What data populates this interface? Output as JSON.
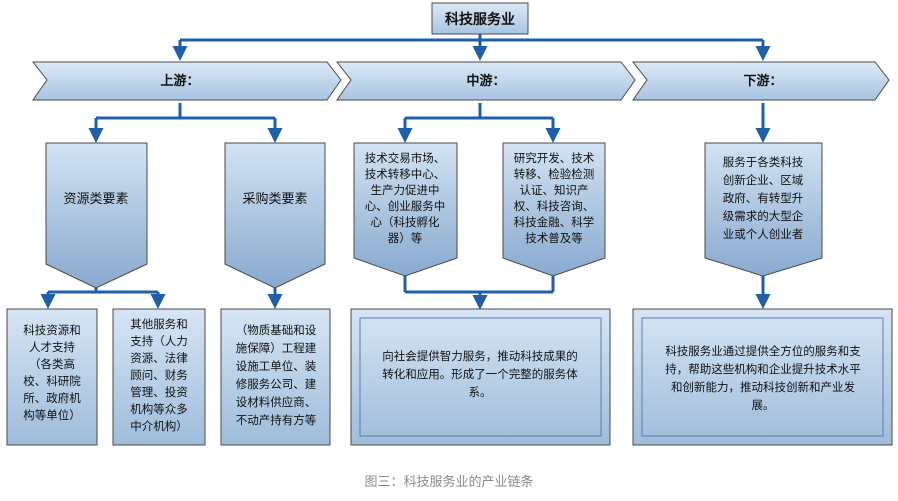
{
  "root": {
    "label": "科技服务业"
  },
  "banners": {
    "upstream": "上游：",
    "midstream": "中游：",
    "downstream": "下游："
  },
  "upstream": {
    "resource": {
      "label": "资源类要素",
      "children": [
        {
          "lines": [
            "科技资源和",
            "人才支持",
            "（各类高",
            "校、科研院",
            "所、政府机",
            "构等单位）"
          ]
        },
        {
          "lines": [
            "其他服务和",
            "支持（人力",
            "资源、法律",
            "顾问、财务",
            "管理、投资",
            "机构等众多",
            "中介机构）"
          ]
        }
      ]
    },
    "procurement": {
      "label": "采购类要素",
      "child": {
        "lines": [
          "（物质基础和设",
          "施保障）工程建",
          "设施工单位、装",
          "修服务公司、建",
          "设材料供应商、",
          "不动产持有方等"
        ]
      }
    }
  },
  "midstream": {
    "left": {
      "lines": [
        "技术交易市场、",
        "技术转移中心、",
        "生产力促进中",
        "心、创业服务中",
        "心（科技孵化",
        "器）等"
      ]
    },
    "right": {
      "lines": [
        "研究开发、技术",
        "转移、检验检测",
        "认证、知识产",
        "权、科技咨询、",
        "科技金融、科学",
        "技术普及等"
      ]
    },
    "summary": {
      "lines": [
        "向社会提供智力服务，推动科技成果的",
        "转化和应用。形成了一个完整的服务体",
        "系。"
      ]
    }
  },
  "downstream": {
    "box": {
      "lines": [
        "服务于各类科技",
        "创新企业、区域",
        "政府、有转型升",
        "级需求的大型企",
        "业或个人创业者"
      ]
    },
    "summary": {
      "lines": [
        "科技服务业通过提供全方位的服务和支",
        "持，帮助这些机构和企业提升技术水平",
        "和创新能力，推动科技创新和产业发",
        "展。"
      ]
    }
  },
  "caption": "图三：科技服务业的产业链条",
  "colors": {
    "line": "#1f5fa8",
    "fill_light": "#cde0f2",
    "fill_dark": "#8fb1d6",
    "border": "#4a4a4a"
  }
}
